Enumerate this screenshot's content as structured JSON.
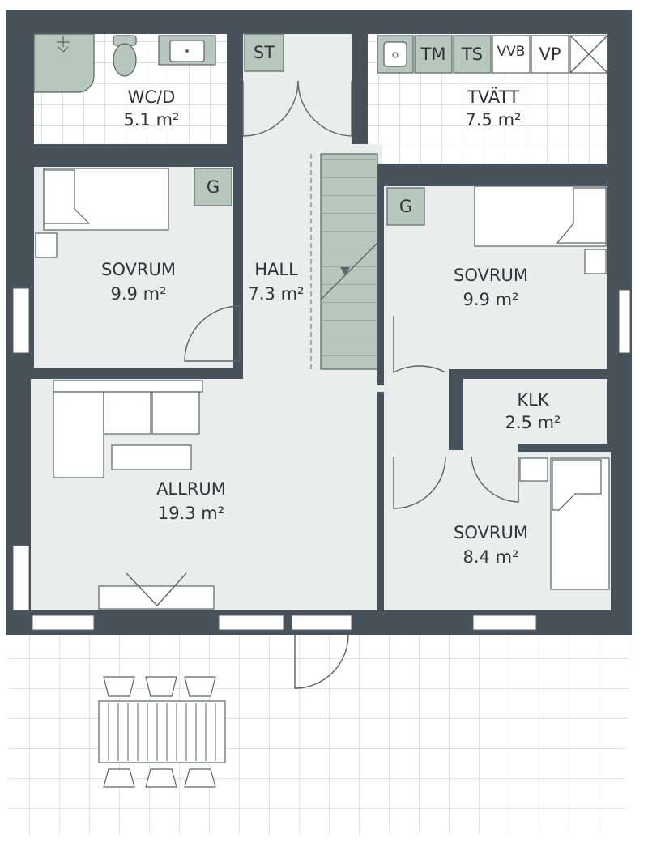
{
  "colors": {
    "wall": "#47525a",
    "floor": "#e9eeec",
    "fixture": "#b7c7bd",
    "tile_line": "#b4bdbb",
    "text": "#2f3337"
  },
  "rooms": {
    "wc": {
      "name": "WC/D",
      "area": "5.1 m²"
    },
    "tvatt": {
      "name": "TVÄTT",
      "area": "7.5 m²"
    },
    "sovrum_nw": {
      "name": "SOVRUM",
      "area": "9.9 m²"
    },
    "hall": {
      "name": "HALL",
      "area": "7.3 m²"
    },
    "sovrum_ne": {
      "name": "SOVRUM",
      "area": "9.9 m²"
    },
    "klk": {
      "name": "KLK",
      "area": "2.5 m²"
    },
    "allrum": {
      "name": "ALLRUM",
      "area": "19.3 m²"
    },
    "sovrum_se": {
      "name": "SOVRUM",
      "area": "8.4 m²"
    }
  },
  "fixtures": {
    "st": "ST",
    "tm": "TM",
    "ts": "TS",
    "vvb": "VVB",
    "vp": "VP",
    "g_nw": "G",
    "g_ne": "G"
  }
}
